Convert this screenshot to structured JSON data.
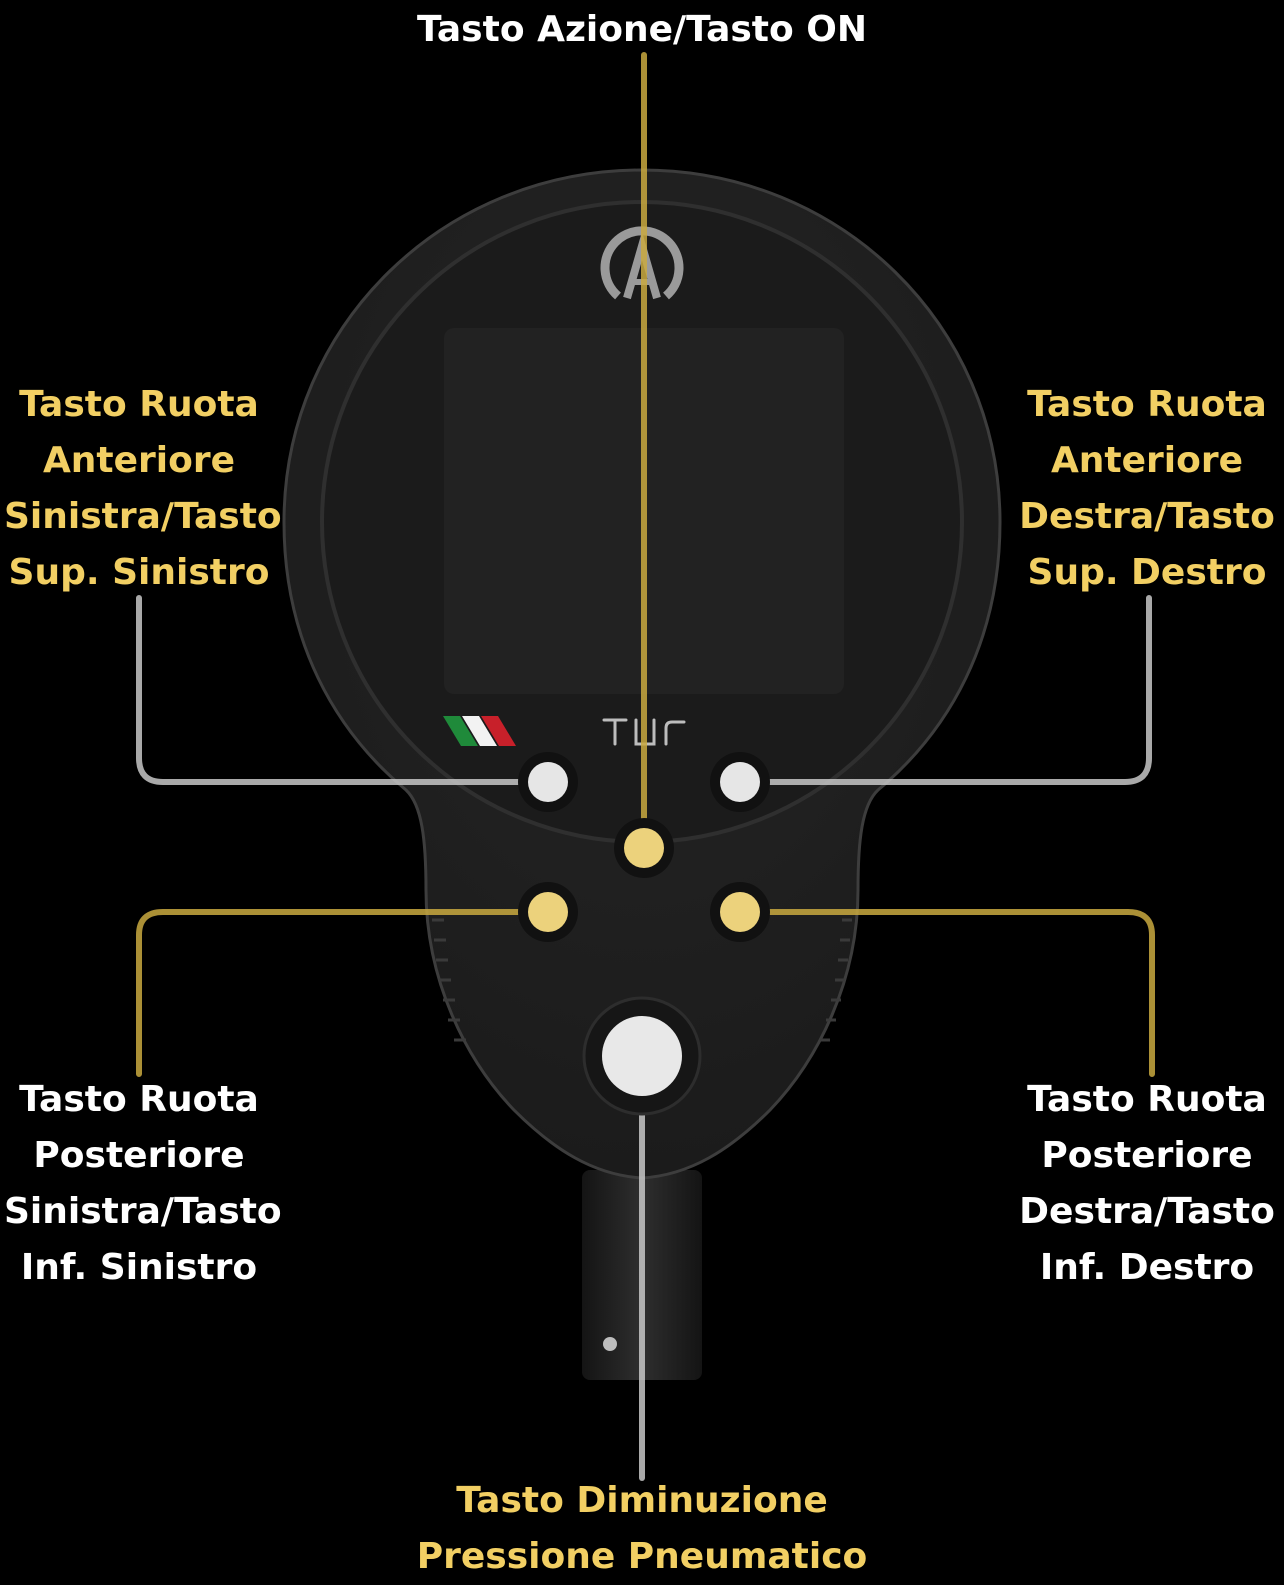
{
  "colors": {
    "accent_gold": "#f2cf63",
    "label_white": "#ffffff",
    "background": "#000000",
    "device_body": "#2a2a2a",
    "screen": "#1e1e1e",
    "button_white": "#e6e6e6",
    "button_gold": "#ecd27c"
  },
  "device": {
    "brand_logo": "logo-icon",
    "wordmark": "TUr"
  },
  "labels": {
    "top": {
      "lines": [
        "Tasto Azione/Tasto ON"
      ]
    },
    "front_left": {
      "lines": [
        "Tasto Ruota",
        "Anteriore",
        "Sinistra/Tasto",
        "Sup. Sinistro"
      ]
    },
    "front_right": {
      "lines": [
        "Tasto Ruota",
        "Anteriore",
        "Destra/Tasto",
        "Sup. Destro"
      ]
    },
    "rear_left": {
      "lines": [
        "Tasto Ruota",
        "Posteriore",
        "Sinistra/Tasto",
        "Inf. Sinistro"
      ]
    },
    "rear_right": {
      "lines": [
        "Tasto Ruota",
        "Posteriore",
        "Destra/Tasto",
        "Inf. Destro"
      ]
    },
    "bottom": {
      "lines": [
        "Tasto Diminuzione",
        "Pressione Pneumatico"
      ]
    }
  }
}
